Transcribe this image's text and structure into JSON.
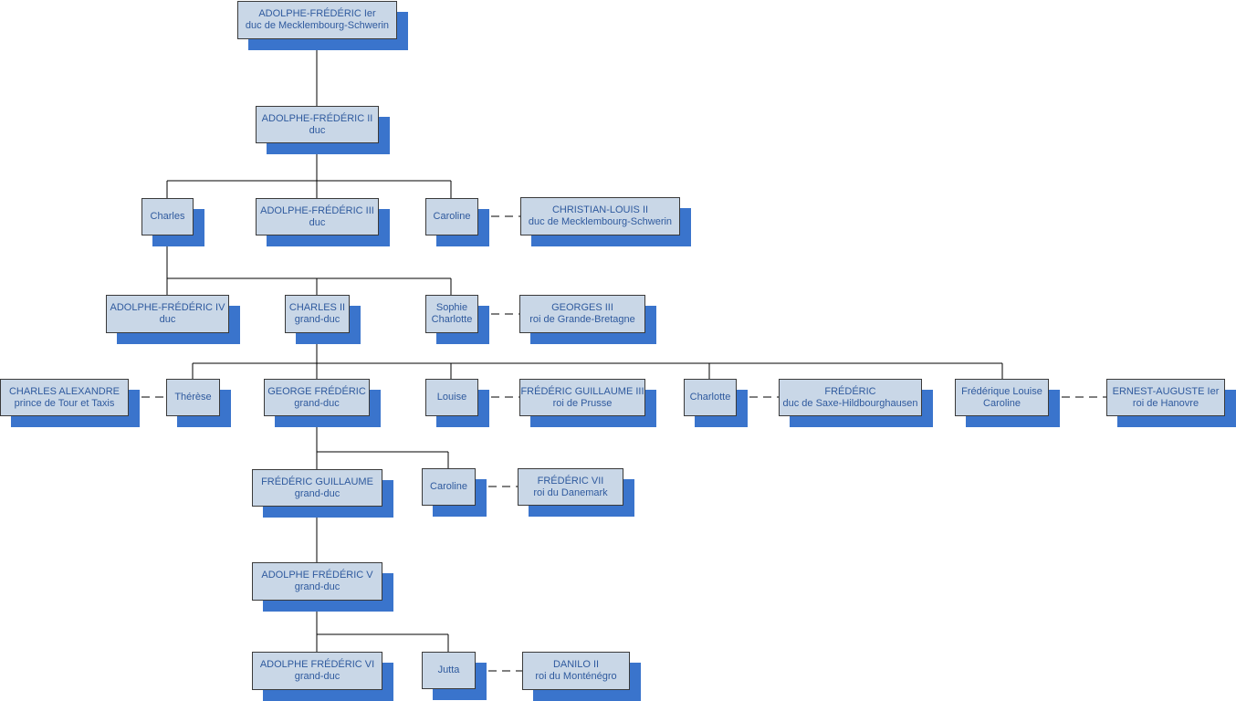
{
  "nodes": {
    "af1": {
      "name": "ADOLPHE-FRÉDÉRIC Ier",
      "title": "duc de Mecklembourg-Schwerin"
    },
    "af2": {
      "name": "ADOLPHE-FRÉDÉRIC II",
      "title": "duc"
    },
    "charles": {
      "name": "Charles",
      "title": ""
    },
    "af3": {
      "name": "ADOLPHE-FRÉDÉRIC III",
      "title": "duc"
    },
    "caroline1": {
      "name": "Caroline",
      "title": ""
    },
    "christian": {
      "name": "CHRISTIAN-LOUIS II",
      "title": "duc de Mecklembourg-Schwerin"
    },
    "af4": {
      "name": "ADOLPHE-FRÉDÉRIC IV",
      "title": "duc"
    },
    "charles2": {
      "name": "CHARLES II",
      "title": "grand-duc"
    },
    "sophie": {
      "name": "Sophie",
      "title": "Charlotte"
    },
    "georges3": {
      "name": "GEORGES III",
      "title": "roi de Grande-Bretagne"
    },
    "charlesalex": {
      "name": "CHARLES ALEXANDRE",
      "title": "prince de Tour et Taxis"
    },
    "therese": {
      "name": "Thérèse",
      "title": ""
    },
    "georgefred": {
      "name": "GEORGE FRÉDÉRIC",
      "title": "grand-duc"
    },
    "louise": {
      "name": "Louise",
      "title": ""
    },
    "fg3": {
      "name": "FRÉDÉRIC GUILLAUME III",
      "title": "roi de Prusse"
    },
    "charlotte": {
      "name": "Charlotte",
      "title": ""
    },
    "frederic_sh": {
      "name": "FRÉDÉRIC",
      "title": "duc de Saxe-Hildbourghausen"
    },
    "fredlouise": {
      "name": "Frédérique Louise",
      "title": "Caroline"
    },
    "ernest": {
      "name": "ERNEST-AUGUSTE Ier",
      "title": "roi de Hanovre"
    },
    "fredguil": {
      "name": "FRÉDÉRIC GUILLAUME",
      "title": "grand-duc"
    },
    "caroline2": {
      "name": "Caroline",
      "title": ""
    },
    "fred7": {
      "name": "FRÉDÉRIC VII",
      "title": "roi du Danemark"
    },
    "af5": {
      "name": "ADOLPHE FRÉDÉRIC V",
      "title": "grand-duc"
    },
    "af6": {
      "name": "ADOLPHE FRÉDÉRIC VI",
      "title": "grand-duc"
    },
    "jutta": {
      "name": "Jutta",
      "title": ""
    },
    "danilo": {
      "name": "DANILO II",
      "title": "roi du Monténégro"
    }
  },
  "colors": {
    "box_fill": "#c9d7e7",
    "box_border": "#3a3a3a",
    "shadow": "#3a74cc",
    "text": "#2f5a9e",
    "line": "#000000"
  }
}
